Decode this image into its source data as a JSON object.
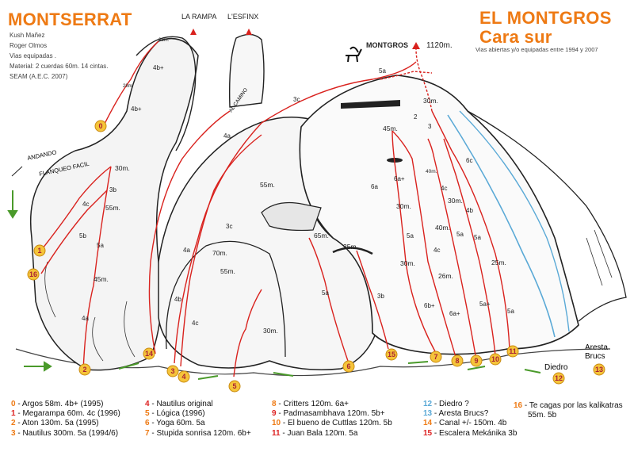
{
  "left_header": {
    "title": "MONTSERRAT",
    "credits": [
      "Kush Mañez",
      "Roger Olmos",
      "Vias equipadas .",
      "Material: 2 cuerdas 60m. 14 cintas.",
      "SEAM  (A.E.C. 2007)"
    ]
  },
  "right_header": {
    "title_line1": "EL MONTGROS",
    "title_line2": "Cara sur",
    "subtitle": "Vias abiertas y/o equipadas entre 1994 y 2007"
  },
  "peaks": {
    "rampa": "LA RAMPA",
    "esfinx": "L'ESFINX",
    "montgros": "MONTGROS",
    "montgros_alt": "1120m."
  },
  "annotations": {
    "andando": "ANDANDO",
    "flanqueo": "FLANQUEO FACIL",
    "al_camino": "AL CAMINO",
    "diedro": "Diedro",
    "aresta": "Aresta Brucs"
  },
  "route_badges": [
    "0",
    "1",
    "2",
    "3",
    "4",
    "5",
    "6",
    "7",
    "8",
    "9",
    "10",
    "11",
    "12",
    "13",
    "14",
    "15",
    "16"
  ],
  "route_marks": {
    "m28a": "28m.",
    "m28b": "28m.",
    "m30a": "30m.",
    "m55a": "55m.",
    "m45a": "45m.",
    "m55b": "55m.",
    "m70": "70m.",
    "m55c": "55m.",
    "m30b": "30m.",
    "m65": "65m.",
    "m35": "35m.",
    "m45b": "45m.",
    "m30c": "30m.",
    "m30d": "30m.",
    "m26": "26m.",
    "m40a": "40m.",
    "m30e": "30m.",
    "m40b": "40m.",
    "m25": "25m.",
    "m30f": "30m."
  },
  "grades": {
    "g4b_plus_a": "4b+",
    "g4b_plus_b": "4b+",
    "g3b": "3b",
    "g4c_a": "4c",
    "g5b": "5b",
    "g5a_a": "5a",
    "g4a_a": "4a",
    "g4a_b": "4a",
    "g3c_a": "3c",
    "g3c_b": "3c",
    "g4a_c": "4a",
    "g4b_a": "4b",
    "g4c_b": "4c",
    "g5a_b": "5a",
    "g3b_b": "3b",
    "g6a": "6a",
    "g6a_plus": "6a+",
    "g5a_c": "5a",
    "g6b_plus": "6b+",
    "g6a_plus_b": "6a+",
    "g4c_c": "4c",
    "g4c_d": "4c",
    "g5a_d": "5a",
    "g5a_plus": "5a+",
    "g5a_e": "5a",
    "g5a_top": "5a",
    "g2": "2",
    "g3": "3",
    "g6c": "6c",
    "g4b_c": "4b",
    "g5a_f": "5a"
  },
  "legend": {
    "col1": [
      {
        "num": "0",
        "text": "- Argos 58m. 4b+ (1995)"
      },
      {
        "num": "1",
        "text": "- Megarampa 60m. 4c (1996)"
      },
      {
        "num": "2",
        "text": "- Aton 130m. 5a (1995)"
      },
      {
        "num": "3",
        "text": "- Nautilus 300m. 5a (1994/6)"
      }
    ],
    "col2": [
      {
        "num": "4",
        "text": "- Nautilus original"
      },
      {
        "num": "5",
        "text": "- Lógica (1996)"
      },
      {
        "num": "6",
        "text": "- Yoga 60m. 5a"
      },
      {
        "num": "7",
        "text": "- Stupida sonrisa 120m. 6b+"
      }
    ],
    "col3": [
      {
        "num": "8",
        "text": "- Critters 120m. 6a+"
      },
      {
        "num": "9",
        "text": "- Padmasambhava 120m. 5b+"
      },
      {
        "num": "10",
        "text": "- El bueno de Cuttlas 120m. 5b"
      },
      {
        "num": "11",
        "text": "- Juan Bala 120m. 5a"
      }
    ],
    "col4": [
      {
        "num": "12",
        "text": "- Diedro ?"
      },
      {
        "num": "13",
        "text": "- Aresta Brucs?"
      },
      {
        "num": "14",
        "text": "- Canal +/- 150m. 4b"
      },
      {
        "num": "15",
        "text": "- Escalera Mekánika 3b"
      }
    ],
    "col5": [
      {
        "num": "16",
        "text": "- Te cagas por las kalikatras"
      },
      {
        "num": "",
        "text": "55m. 5b"
      }
    ]
  },
  "colors": {
    "accent": "#ee7a14",
    "route": "#d9221e",
    "diedro": "#5aa9d6",
    "badge": "#f5c43a"
  }
}
